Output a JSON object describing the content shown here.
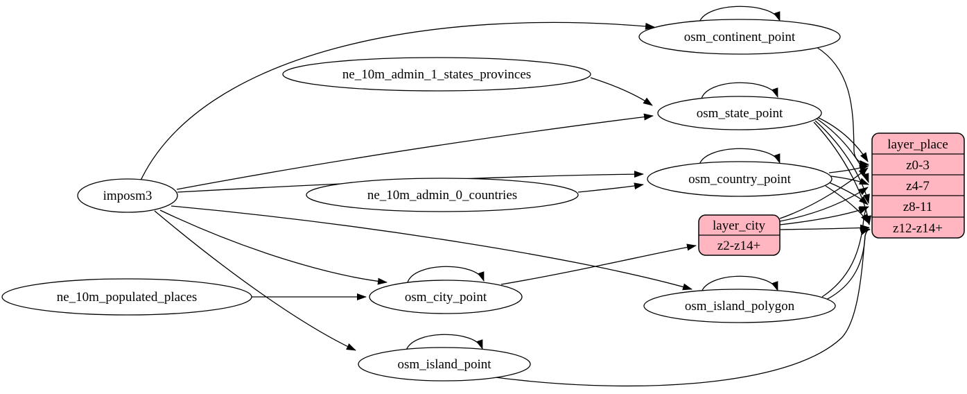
{
  "diagram": {
    "kind": "etl-graph",
    "colors": {
      "background": "#ffffff",
      "node_fill": "#ffffff",
      "node_stroke": "#000000",
      "record_fill": "#ffb6c1",
      "edge": "#000000",
      "text": "#000000"
    },
    "nodes": {
      "imposm3": {
        "label": "imposm3",
        "shape": "ellipse"
      },
      "ne_10m_admin_1_states_provinces": {
        "label": "ne_10m_admin_1_states_provinces",
        "shape": "ellipse"
      },
      "ne_10m_admin_0_countries": {
        "label": "ne_10m_admin_0_countries",
        "shape": "ellipse"
      },
      "ne_10m_populated_places": {
        "label": "ne_10m_populated_places",
        "shape": "ellipse"
      },
      "osm_continent_point": {
        "label": "osm_continent_point",
        "shape": "ellipse",
        "self_loop": true
      },
      "osm_state_point": {
        "label": "osm_state_point",
        "shape": "ellipse",
        "self_loop": true
      },
      "osm_country_point": {
        "label": "osm_country_point",
        "shape": "ellipse",
        "self_loop": true
      },
      "osm_city_point": {
        "label": "osm_city_point",
        "shape": "ellipse",
        "self_loop": true
      },
      "osm_island_polygon": {
        "label": "osm_island_polygon",
        "shape": "ellipse",
        "self_loop": true
      },
      "osm_island_point": {
        "label": "osm_island_point",
        "shape": "ellipse",
        "self_loop": true
      }
    },
    "records": {
      "layer_city": {
        "title": "layer_city",
        "rows": [
          "z2-z14+"
        ]
      },
      "layer_place": {
        "title": "layer_place",
        "rows": [
          "z0-3",
          "z4-7",
          "z8-11",
          "z12-z14+"
        ]
      }
    },
    "edges": [
      {
        "from": "imposm3",
        "to": "osm_continent_point"
      },
      {
        "from": "imposm3",
        "to": "osm_state_point"
      },
      {
        "from": "imposm3",
        "to": "osm_country_point"
      },
      {
        "from": "imposm3",
        "to": "osm_city_point"
      },
      {
        "from": "imposm3",
        "to": "osm_island_polygon"
      },
      {
        "from": "imposm3",
        "to": "osm_island_point"
      },
      {
        "from": "ne_10m_admin_1_states_provinces",
        "to": "osm_state_point"
      },
      {
        "from": "ne_10m_admin_0_countries",
        "to": "osm_country_point"
      },
      {
        "from": "ne_10m_populated_places",
        "to": "osm_city_point"
      },
      {
        "from": "osm_continent_point",
        "to": "osm_continent_point"
      },
      {
        "from": "osm_state_point",
        "to": "osm_state_point"
      },
      {
        "from": "osm_country_point",
        "to": "osm_country_point"
      },
      {
        "from": "osm_city_point",
        "to": "osm_city_point"
      },
      {
        "from": "osm_island_polygon",
        "to": "osm_island_polygon"
      },
      {
        "from": "osm_island_point",
        "to": "osm_island_point"
      },
      {
        "from": "osm_continent_point",
        "to": "layer_place.z0-3"
      },
      {
        "from": "osm_state_point",
        "to": "layer_place.z0-3"
      },
      {
        "from": "osm_state_point",
        "to": "layer_place.z4-7"
      },
      {
        "from": "osm_state_point",
        "to": "layer_place.z8-11"
      },
      {
        "from": "osm_state_point",
        "to": "layer_place.z12-z14+"
      },
      {
        "from": "osm_country_point",
        "to": "layer_place.z0-3"
      },
      {
        "from": "osm_country_point",
        "to": "layer_place.z4-7"
      },
      {
        "from": "osm_country_point",
        "to": "layer_place.z8-11"
      },
      {
        "from": "osm_country_point",
        "to": "layer_place.z12-z14+"
      },
      {
        "from": "osm_city_point",
        "to": "layer_city.z2-z14+"
      },
      {
        "from": "layer_city",
        "to": "layer_place.z0-3"
      },
      {
        "from": "layer_city",
        "to": "layer_place.z4-7"
      },
      {
        "from": "layer_city",
        "to": "layer_place.z8-11"
      },
      {
        "from": "layer_city",
        "to": "layer_place.z12-z14+"
      },
      {
        "from": "osm_island_polygon",
        "to": "layer_place.z8-11"
      },
      {
        "from": "osm_island_polygon",
        "to": "layer_place.z12-z14+"
      },
      {
        "from": "osm_island_point",
        "to": "layer_place.z12-z14+"
      }
    ]
  }
}
